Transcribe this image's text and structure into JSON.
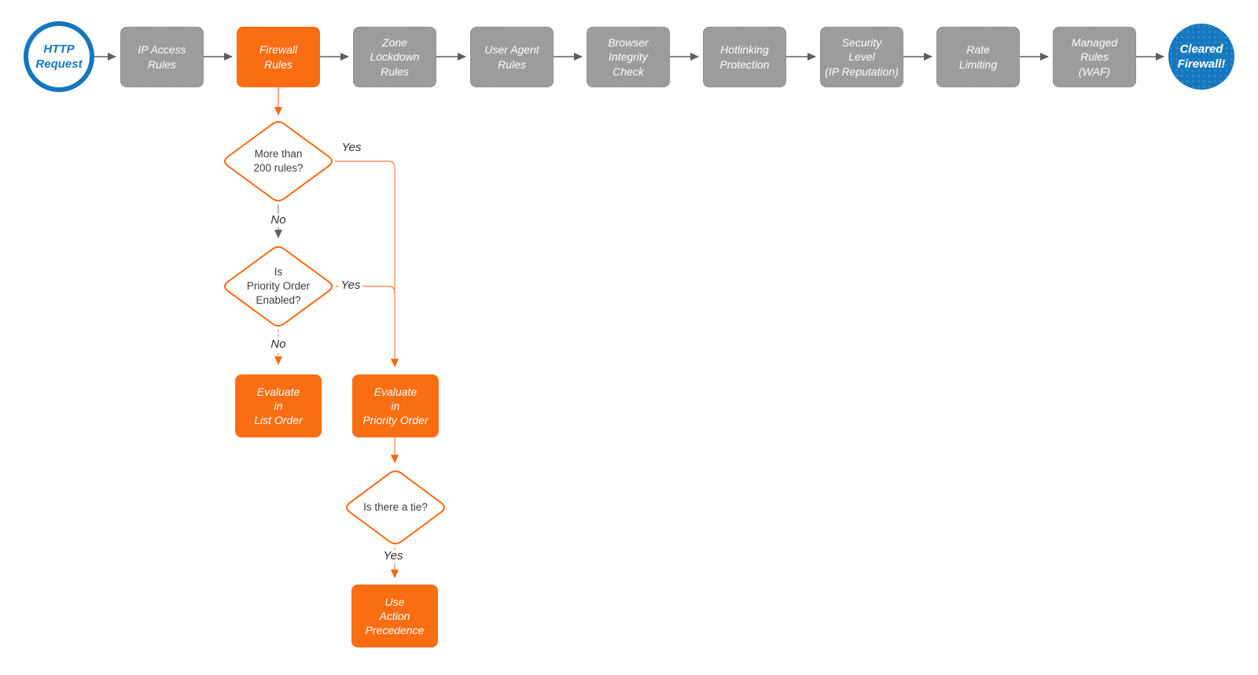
{
  "flow": {
    "start_label": "HTTP\nRequest",
    "end_label": "Cleared\nFirewall!",
    "steps": [
      "IP Access\nRules",
      "Firewall\nRules",
      "Zone\nLockdown\nRules",
      "User Agent\nRules",
      "Browser\nIntegrity\nCheck",
      "Hotlinking\nProtection",
      "Security\nLevel\n(IP Reputation)",
      "Rate\nLimiting",
      "Managed\nRules\n(WAF)"
    ],
    "decisions": {
      "more_rules": "More than\n200 rules?",
      "priority_enabled": "Is\nPriority Order\nEnabled?",
      "tie": "Is there a tie?"
    },
    "actions": {
      "list_order": "Evaluate\nin\nList Order",
      "priority_order": "Evaluate\nin\nPriority Order",
      "action_precedence": "Use\nAction\nPrecedence"
    },
    "edge_labels": {
      "yes_more_rules": "Yes",
      "no_more_rules": "No",
      "yes_priority": "Yes",
      "no_priority": "No",
      "yes_tie": "Yes"
    }
  },
  "colors": {
    "accent_orange": "#f96d13",
    "connector_orange": "#fa9160",
    "arrowhead_orange": "#f8680f",
    "node_gray": "#9c9c9e",
    "connector_gray": "#5e5e5e",
    "brand_blue": "#1578be"
  }
}
